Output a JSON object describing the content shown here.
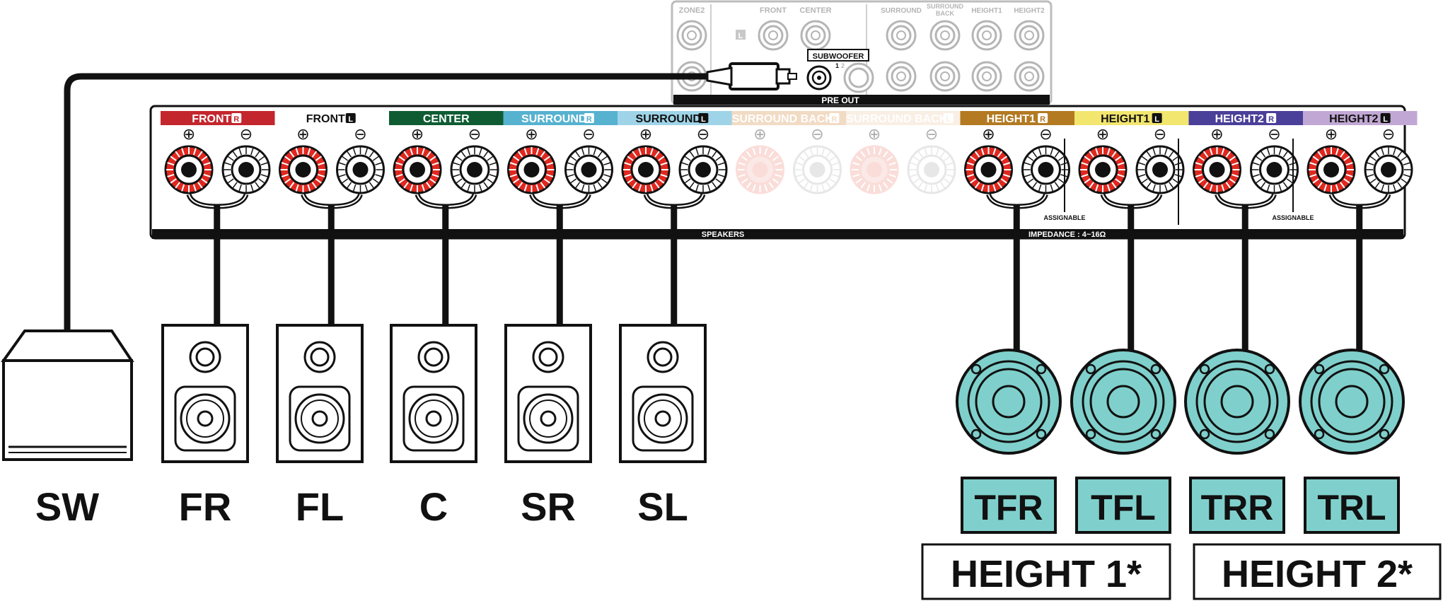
{
  "preout": {
    "zone2": "ZONE2",
    "l_mark": "L",
    "front": "FRONT",
    "center": "CENTER",
    "surround": "SURROUND",
    "surround_back_1": "SURROUND",
    "surround_back_2": "BACK",
    "height1": "HEIGHT1",
    "height2": "HEIGHT2",
    "subwoofer": "SUBWOOFER",
    "sub_num_1": "1",
    "sub_num_2": "2",
    "pre_out": "PRE OUT"
  },
  "channels": [
    {
      "label": "FRONT",
      "side": "R",
      "bg": "#c4262e",
      "text": "#ffffff",
      "faded": false,
      "connected": true
    },
    {
      "label": "FRONT",
      "side": "L",
      "bg": "#ffffff",
      "text": "#111111",
      "faded": false,
      "connected": true
    },
    {
      "label": "CENTER",
      "side": "",
      "bg": "#0f5c33",
      "text": "#ffffff",
      "faded": false,
      "connected": true
    },
    {
      "label": "SURROUND",
      "side": "R",
      "bg": "#56b2cf",
      "text": "#ffffff",
      "faded": false,
      "connected": true
    },
    {
      "label": "SURROUND",
      "side": "L",
      "bg": "#9fd4e8",
      "text": "#111111",
      "faded": false,
      "connected": true
    },
    {
      "label": "SURROUND BACK",
      "side": "R",
      "bg": "#e3b07e",
      "text": "#ffffff",
      "faded": true,
      "connected": false
    },
    {
      "label": "SURROUND BACK",
      "side": "L",
      "bg": "#f2dcc4",
      "text": "#ffffff",
      "faded": true,
      "connected": false
    },
    {
      "label": "HEIGHT1",
      "side": "R",
      "bg": "#b37a22",
      "text": "#ffffff",
      "faded": false,
      "connected": true
    },
    {
      "label": "HEIGHT1",
      "side": "L",
      "bg": "#f2e66e",
      "text": "#111111",
      "faded": false,
      "connected": true
    },
    {
      "label": "HEIGHT2",
      "side": "R",
      "bg": "#4a3f99",
      "text": "#ffffff",
      "faded": false,
      "connected": true
    },
    {
      "label": "HEIGHT2",
      "side": "L",
      "bg": "#c1a8d4",
      "text": "#111111",
      "faded": false,
      "connected": true
    }
  ],
  "panel": {
    "speakers": "SPEAKERS",
    "impedance": "IMPEDANCE : 4~16Ω",
    "assignable": "ASSIGNABLE",
    "plus": "⊕",
    "minus": "⊖"
  },
  "floor_speakers": [
    "SW",
    "FR",
    "FL",
    "C",
    "SR",
    "SL"
  ],
  "ceiling_speakers": [
    "TFR",
    "TFL",
    "TRR",
    "TRL"
  ],
  "height_groups": [
    "HEIGHT 1*",
    "HEIGHT 2*"
  ],
  "colors": {
    "terminal_red": "#e0281f",
    "ceiling_teal": "#7fd0cc",
    "outline": "#111111"
  }
}
